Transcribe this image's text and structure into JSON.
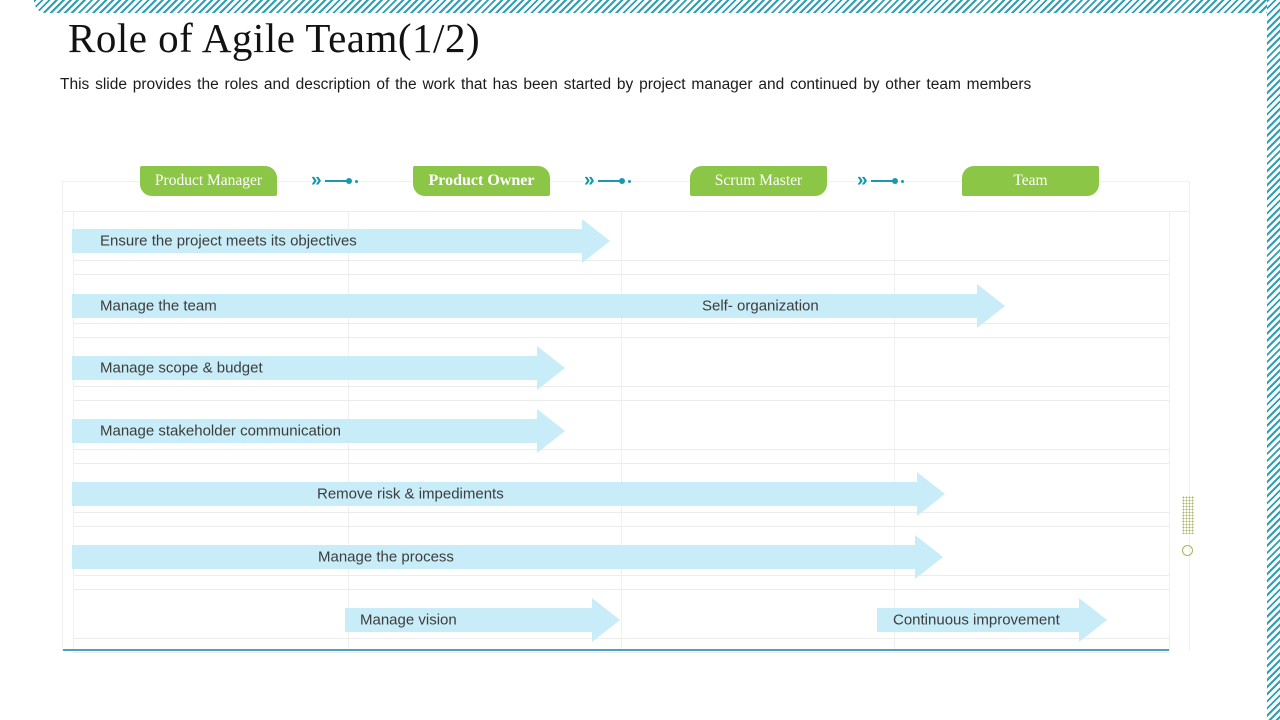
{
  "slide": {
    "title": "Role of Agile Team(1/2)",
    "subtitle": "This slide provides the roles and description of the work that has been started by project manager and continued by other team members"
  },
  "columns": [
    {
      "label": "Product Manager"
    },
    {
      "label": "Product Owner"
    },
    {
      "label": "Scrum Master"
    },
    {
      "label": "Team"
    }
  ],
  "connector": {
    "chevron": "»"
  },
  "arrows": {
    "r1": "Ensure the project meets its objectives",
    "r2a": "Manage the team",
    "r2b": "Self- organization",
    "r3": "Manage scope & budget",
    "r4": "Manage stakeholder communication",
    "r5": "Remove risk & impediments",
    "r6": "Manage the process",
    "r7a": "Manage vision",
    "r7b": "Continuous improvement"
  },
  "colors": {
    "chip_green": "#8cc647",
    "arrow_blue": "#c8ecf8",
    "stripe_teal": "#2fa0b3",
    "connector_teal": "#1899b0",
    "baseline_teal": "#4ba2bd",
    "dots_olive": "#a9b45e"
  }
}
